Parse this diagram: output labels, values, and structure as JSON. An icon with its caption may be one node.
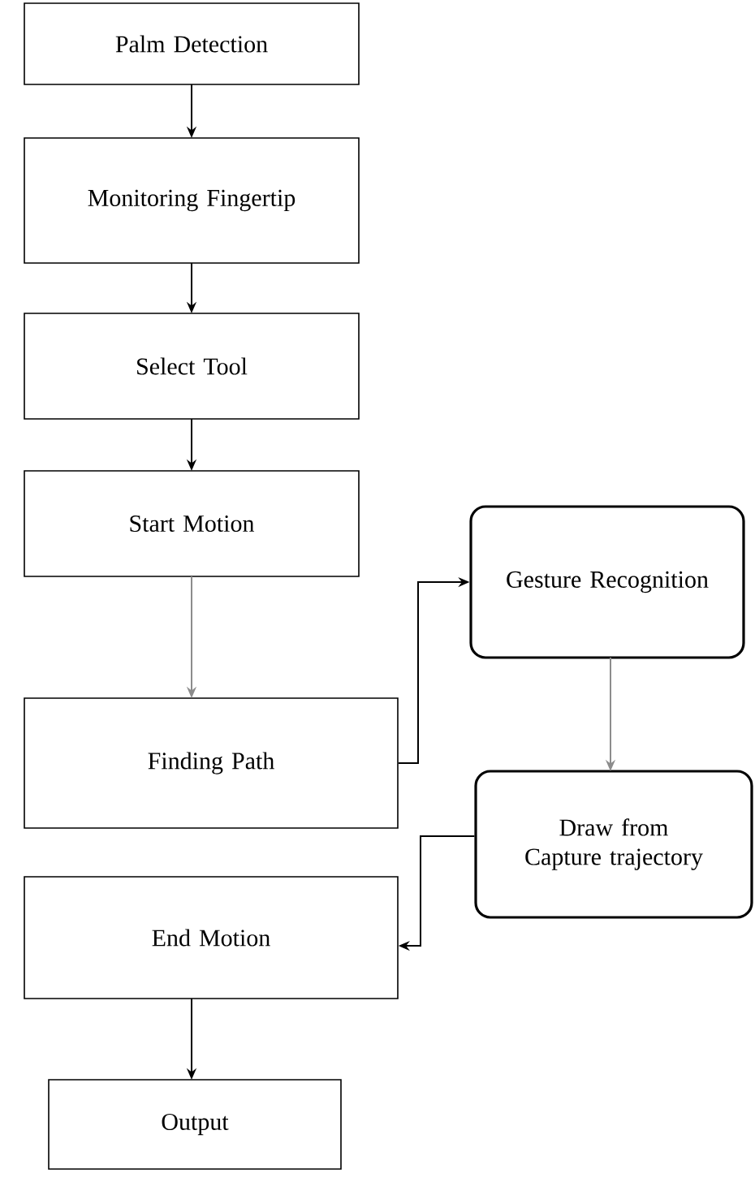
{
  "diagram": {
    "nodes": [
      {
        "text": [
          "Palm Detection"
        ]
      },
      {
        "text": [
          "Monitoring Fingertip"
        ]
      },
      {
        "text": [
          "Select Tool"
        ]
      },
      {
        "text": [
          "Start Motion"
        ]
      },
      {
        "text": [
          "Finding Path"
        ]
      },
      {
        "text": [
          "End Motion"
        ]
      },
      {
        "text": [
          "Output"
        ]
      },
      {
        "text": [
          "Gesture Recognition"
        ]
      },
      {
        "text": [
          "Draw from Capture trajectory"
        ]
      }
    ],
    "edges": [
      {
        "from": 0,
        "to": 1,
        "arrow": "to"
      },
      {
        "from": 1,
        "to": 2,
        "arrow": "to"
      },
      {
        "from": 2,
        "to": 3,
        "arrow": "to"
      },
      {
        "from": 3,
        "to": 4,
        "arrow": "to",
        "color": "#8c8c8c"
      },
      {
        "from": 4,
        "to": 7,
        "arrow": "to"
      },
      {
        "from": 7,
        "to": 8,
        "arrow": "to",
        "color": "#8c8c8c"
      },
      {
        "from": 8,
        "to": 5,
        "arrow": "to"
      },
      {
        "from": 5,
        "to": 6,
        "arrow": "to"
      }
    ]
  }
}
